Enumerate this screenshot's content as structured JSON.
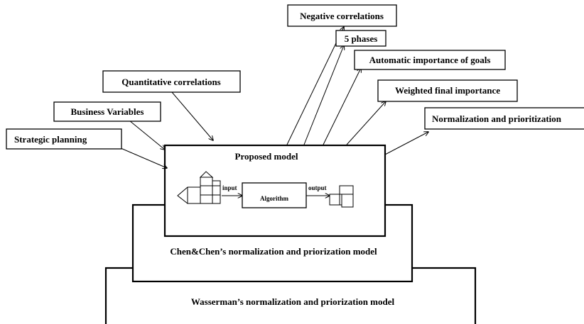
{
  "labels": {
    "negative_correlations": "Negative correlations",
    "five_phases": "5 phases",
    "automatic_importance": "Automatic importance of goals",
    "weighted_importance": "Weighted final importance",
    "normalization_prioritization": "Normalization and prioritization",
    "quantitative_correlations": "Quantitative correlations",
    "business_variables": "Business Variables",
    "strategic_planning": "Strategic planning"
  },
  "model": {
    "title": "Proposed model",
    "input_label": "input",
    "algorithm": "Algorithm",
    "output_label": "output"
  },
  "layers": {
    "chen": "Chen&Chen’s normalization and priorization model",
    "wasserman": "Wasserman’s normalization and priorization model"
  }
}
